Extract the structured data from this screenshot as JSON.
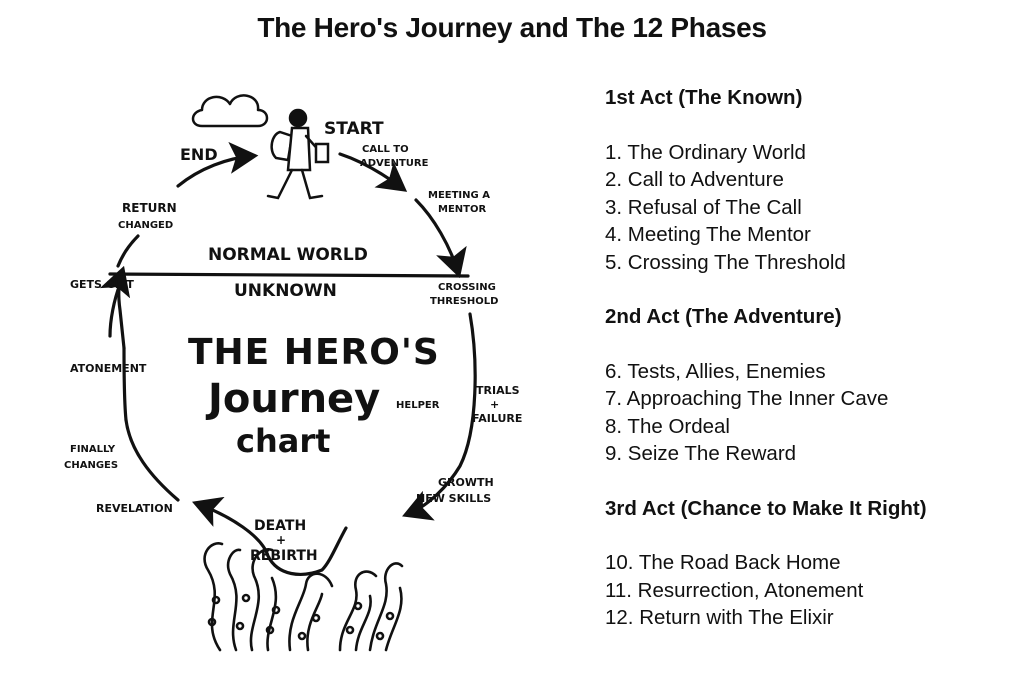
{
  "title": "The Hero's Journey and The 12 Phases",
  "diagram": {
    "labels": {
      "start": "START",
      "end": "END",
      "call": [
        "CALL TO",
        "ADVENTURE"
      ],
      "mentor": [
        "MEETING A",
        "MENTOR"
      ],
      "return": [
        "RETURN",
        "CHANGED"
      ],
      "normal_world": "NORMAL WORLD",
      "unknown": "UNKNOWN",
      "gets_gift": "GETS GIFT",
      "crossing": [
        "CROSSING",
        "THRESHOLD"
      ],
      "atonement": "ATONEMENT",
      "helper": "HELPER",
      "trials": [
        "TRIALS",
        "+",
        "FAILURE"
      ],
      "finally": [
        "FINALLY",
        "CHANGES"
      ],
      "growth": [
        "GROWTH",
        "NEW SKILLS"
      ],
      "revelation": "REVELATION",
      "death": [
        "DEATH",
        "+",
        "REBIRTH"
      ],
      "center": [
        "THE HERO'S",
        "Journey",
        "chart"
      ]
    },
    "icons": [
      "cloud-icon",
      "hero-icon",
      "tentacles-icon"
    ]
  },
  "acts": [
    {
      "heading": "1st Act (The Known)",
      "items": [
        "1. The Ordinary World",
        "2. Call to Adventure",
        "3. Refusal of The Call",
        "4. Meeting The Mentor",
        "5. Crossing The Threshold"
      ]
    },
    {
      "heading": "2nd Act (The Adventure)",
      "items": [
        "6. Tests, Allies, Enemies",
        "7. Approaching The Inner Cave",
        "8. The Ordeal",
        "9. Seize The Reward"
      ]
    },
    {
      "heading": "3rd Act (Chance to Make It Right)",
      "items": [
        "10. The Road Back Home",
        "11. Resurrection, Atonement",
        "12. Return with The Elixir"
      ]
    }
  ]
}
